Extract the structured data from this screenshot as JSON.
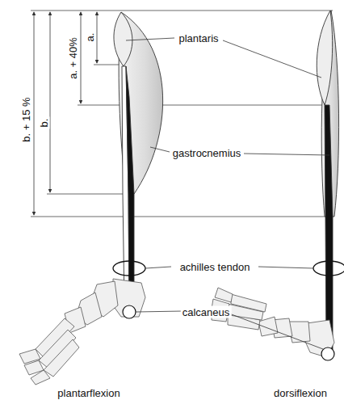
{
  "diagram": {
    "labels": [
      "a.",
      "a. + 40%",
      "b.",
      "b. + 15 %",
      "plantaris",
      "gastrocnemius",
      "achilles tendon",
      "calcaneus",
      "plantarflexion",
      "dorsiflexion"
    ]
  }
}
